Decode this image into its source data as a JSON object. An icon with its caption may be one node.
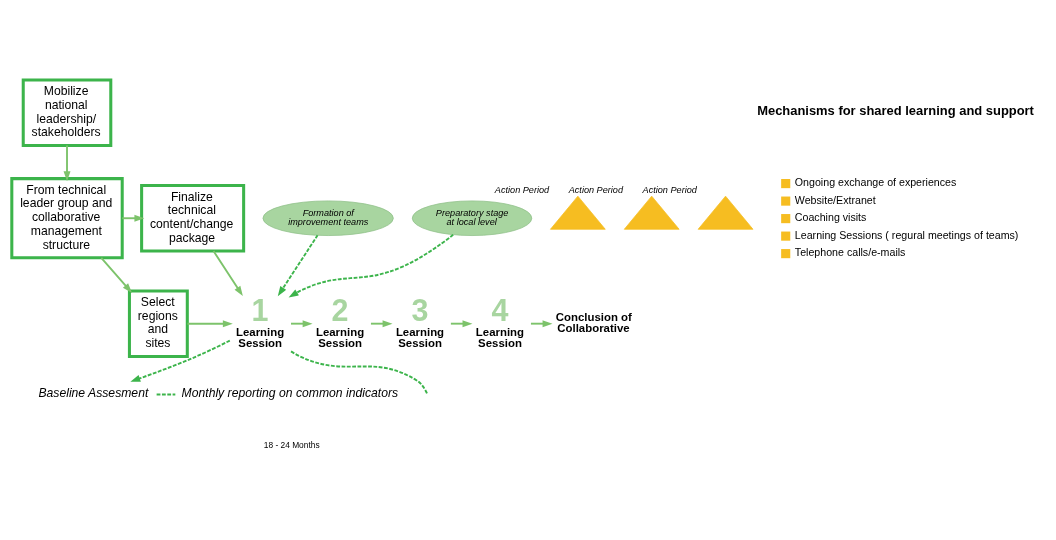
{
  "diagram": {
    "nodes": [
      {
        "text": [
          "Mobilize national leadership/ stakeholders"
        ]
      },
      {
        "text": [
          "From technical leader group and collaborative management structure"
        ]
      },
      {
        "text": [
          "Finalize technical content/change package"
        ]
      },
      {
        "text": [
          "Select regions and sites"
        ]
      },
      {
        "text": [
          "Formation of improvement teams"
        ]
      },
      {
        "text": [
          "1",
          "Learning Session"
        ]
      },
      {
        "text": [
          "Preparatory stage at local level"
        ]
      },
      {
        "text": [
          "Action Period"
        ]
      },
      {
        "text": [
          "2",
          "Learning Session"
        ]
      },
      {
        "text": [
          "Action Period"
        ]
      },
      {
        "text": [
          "3",
          "Learning Session"
        ]
      },
      {
        "text": [
          "Action Period"
        ]
      },
      {
        "text": [
          "4",
          "Learning Session"
        ]
      },
      {
        "text": [
          "Conclusion of Collaborative"
        ]
      },
      {
        "text": [
          "Baseline Assesment"
        ]
      },
      {
        "text": [
          "Monthly reporting on common indicators"
        ]
      }
    ],
    "edges": [
      {
        "from": 0,
        "to": 1,
        "arrow": "to"
      },
      {
        "from": 1,
        "to": 2,
        "arrow": "to"
      },
      {
        "from": 1,
        "to": 3,
        "arrow": "to"
      },
      {
        "from": 2,
        "to": 5,
        "arrow": "to"
      },
      {
        "from": 3,
        "to": 5,
        "arrow": "to"
      },
      {
        "from": 4,
        "to": 5,
        "arrow": "to",
        "style": "dashed",
        "color": "#3cb44b"
      },
      {
        "from": 6,
        "to": 5,
        "arrow": "to",
        "style": "dashed",
        "color": "#3cb44b"
      },
      {
        "from": 5,
        "to": 8,
        "arrow": "to"
      },
      {
        "from": 5,
        "to": 14,
        "arrow": "to",
        "style": "dashed",
        "color": "#3cb44b"
      },
      {
        "from": 5,
        "to": null,
        "arrow": "none",
        "style": "dashed",
        "color": "#3cb44b"
      },
      {
        "from": 8,
        "to": 10,
        "arrow": "to"
      },
      {
        "from": 10,
        "to": 12,
        "arrow": "to"
      },
      {
        "from": 12,
        "to": 13,
        "arrow": "to"
      },
      {
        "from": 14,
        "to": 15,
        "arrow": "none",
        "style": "dashed",
        "color": "#3cb44b"
      }
    ],
    "labels": [
      "Mechanisms for shared learning and support",
      "18 - 24 Months"
    ],
    "legend": [
      {
        "text": "Ongoing exchange of experiences",
        "color": "#f6bd21"
      },
      {
        "text": "Website/Extranet",
        "color": "#f6bd21"
      },
      {
        "text": "Coaching visits",
        "color": "#f6bd21"
      },
      {
        "text": "Learning Sessions ( regural meetings of teams)",
        "color": "#f6bd21"
      },
      {
        "text": "Telephone calls/e-mails",
        "color": "#f6bd21"
      }
    ]
  }
}
